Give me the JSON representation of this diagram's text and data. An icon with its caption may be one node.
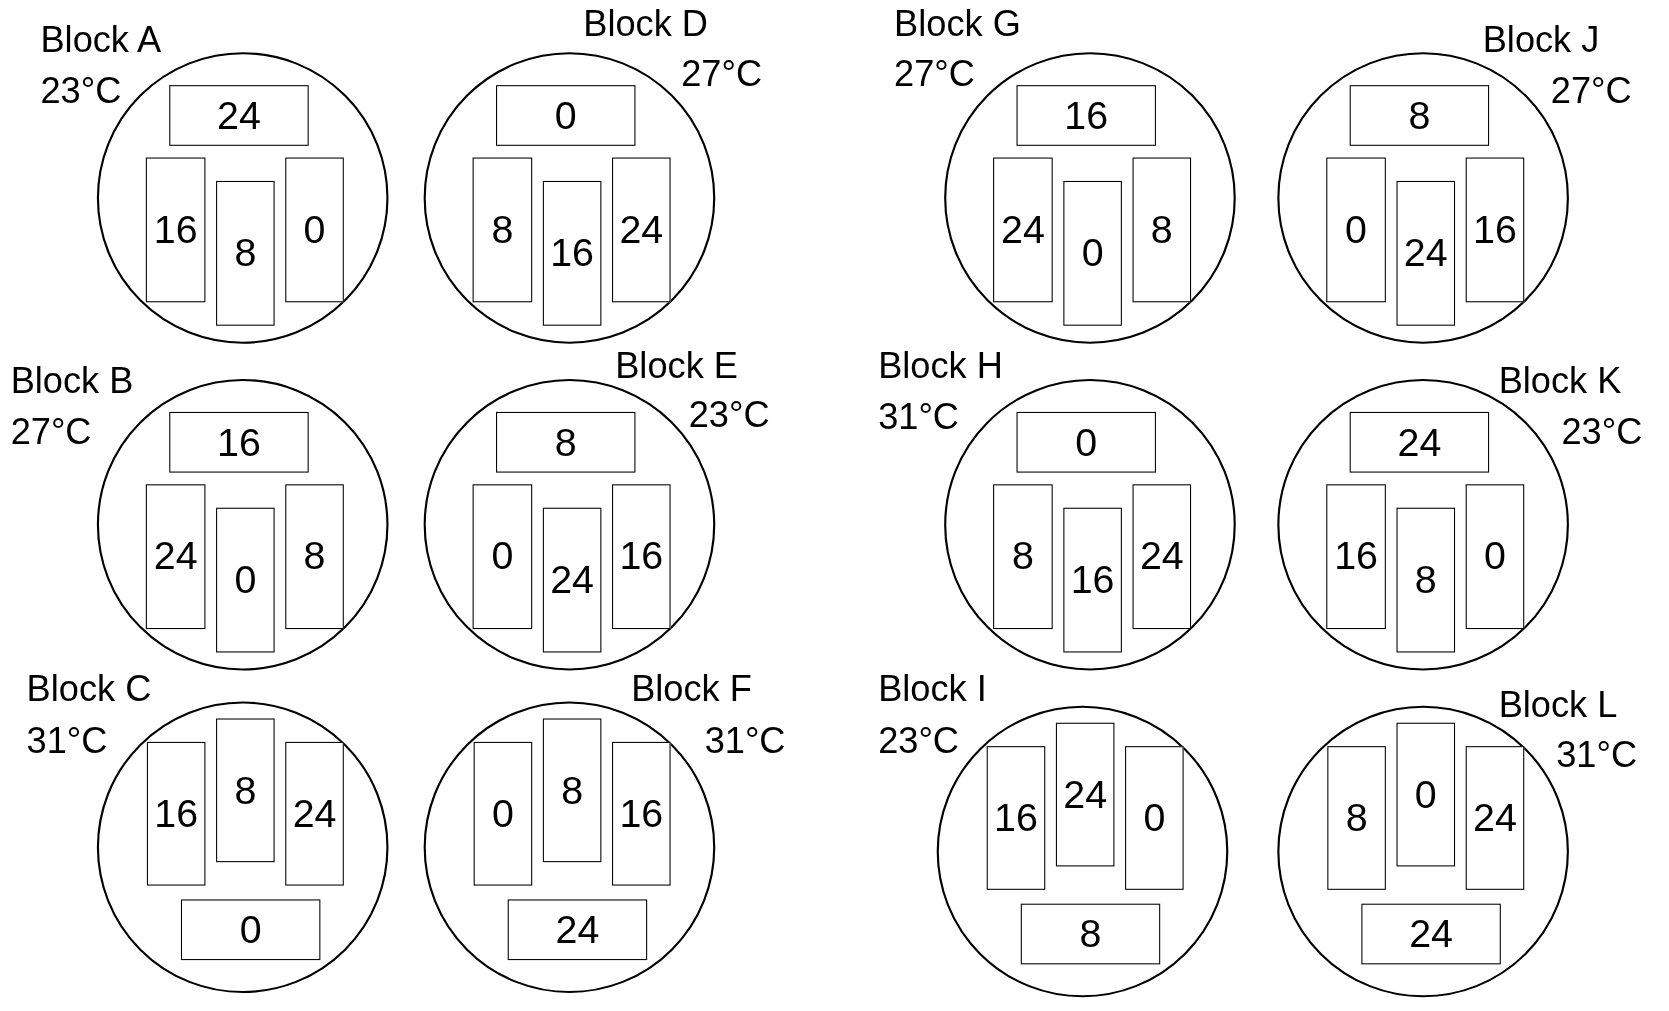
{
  "diagram": {
    "nodes": [
      {
        "text": [
          "Block A",
          "23°C"
        ]
      },
      {
        "text": [
          "24"
        ],
        "in": 0
      },
      {
        "text": [
          "16"
        ],
        "in": 0
      },
      {
        "text": [
          "8"
        ],
        "in": 0
      },
      {
        "text": [
          "0"
        ],
        "in": 0
      },
      {
        "text": [
          "Block D",
          "27°C"
        ]
      },
      {
        "text": [
          "0"
        ],
        "in": 5
      },
      {
        "text": [
          "8"
        ],
        "in": 5
      },
      {
        "text": [
          "16"
        ],
        "in": 5
      },
      {
        "text": [
          "24"
        ],
        "in": 5
      },
      {
        "text": [
          "Block G",
          "27°C"
        ]
      },
      {
        "text": [
          "16"
        ],
        "in": 10
      },
      {
        "text": [
          "24"
        ],
        "in": 10
      },
      {
        "text": [
          "0"
        ],
        "in": 10
      },
      {
        "text": [
          "8"
        ],
        "in": 10
      },
      {
        "text": [
          "Block J",
          "27°C"
        ]
      },
      {
        "text": [
          "8"
        ],
        "in": 15
      },
      {
        "text": [
          "0"
        ],
        "in": 15
      },
      {
        "text": [
          "24"
        ],
        "in": 15
      },
      {
        "text": [
          "16"
        ],
        "in": 15
      },
      {
        "text": [
          "Block B",
          "27°C"
        ]
      },
      {
        "text": [
          "16"
        ],
        "in": 20
      },
      {
        "text": [
          "24"
        ],
        "in": 20
      },
      {
        "text": [
          "0"
        ],
        "in": 20
      },
      {
        "text": [
          "8"
        ],
        "in": 20
      },
      {
        "text": [
          "Block E",
          "23°C"
        ]
      },
      {
        "text": [
          "8"
        ],
        "in": 25
      },
      {
        "text": [
          "0"
        ],
        "in": 25
      },
      {
        "text": [
          "24"
        ],
        "in": 25
      },
      {
        "text": [
          "16"
        ],
        "in": 25
      },
      {
        "text": [
          "Block H",
          "31°C"
        ]
      },
      {
        "text": [
          "0"
        ],
        "in": 30
      },
      {
        "text": [
          "8"
        ],
        "in": 30
      },
      {
        "text": [
          "16"
        ],
        "in": 30
      },
      {
        "text": [
          "24"
        ],
        "in": 30
      },
      {
        "text": [
          "Block K",
          "23°C"
        ]
      },
      {
        "text": [
          "24"
        ],
        "in": 35
      },
      {
        "text": [
          "16"
        ],
        "in": 35
      },
      {
        "text": [
          "8"
        ],
        "in": 35
      },
      {
        "text": [
          "0"
        ],
        "in": 35
      },
      {
        "text": [
          "Block C",
          "31°C"
        ]
      },
      {
        "text": [
          "16"
        ],
        "in": 40
      },
      {
        "text": [
          "8"
        ],
        "in": 40
      },
      {
        "text": [
          "24"
        ],
        "in": 40
      },
      {
        "text": [
          "0"
        ],
        "in": 40
      },
      {
        "text": [
          "Block F",
          "31°C"
        ]
      },
      {
        "text": [
          "0"
        ],
        "in": 45
      },
      {
        "text": [
          "8"
        ],
        "in": 45
      },
      {
        "text": [
          "16"
        ],
        "in": 45
      },
      {
        "text": [
          "24"
        ],
        "in": 45
      },
      {
        "text": [
          "Block I",
          "23°C"
        ]
      },
      {
        "text": [
          "16"
        ],
        "in": 50
      },
      {
        "text": [
          "24"
        ],
        "in": 50
      },
      {
        "text": [
          "0"
        ],
        "in": 50
      },
      {
        "text": [
          "8"
        ],
        "in": 50
      },
      {
        "text": [
          "Block L",
          "31°C"
        ]
      },
      {
        "text": [
          "8"
        ],
        "in": 55
      },
      {
        "text": [
          "0"
        ],
        "in": 55
      },
      {
        "text": [
          "24"
        ],
        "in": 55
      },
      {
        "text": [
          "24"
        ],
        "in": 55
      }
    ]
  }
}
